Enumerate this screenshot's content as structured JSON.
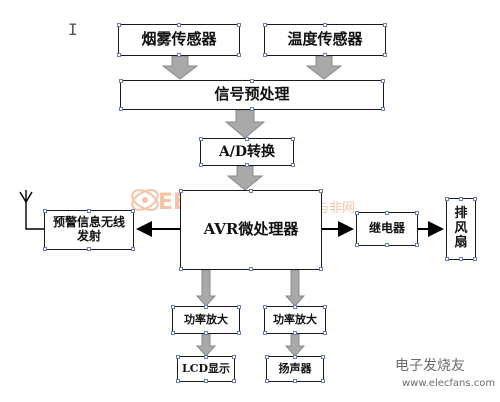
{
  "diagram": {
    "nodes": {
      "smoke_sensor": "烟雾传感器",
      "temp_sensor": "温度传感器",
      "signal_preprocess": "信号预处理",
      "ad_convert": "A/D转换",
      "avr_mcu": "AVR微处理器",
      "alarm_wireless": "预警信息无线发射",
      "relay": "继电器",
      "exhaust_fan": "排风扇",
      "amp_1": "功率放大",
      "amp_2": "功率放大",
      "lcd_display": "LCD显示",
      "speaker": "扬声器"
    },
    "cursor_glyph": "I"
  },
  "watermark": {
    "main": "EEFOCUS",
    "sub": "与非网"
  },
  "brand": {
    "name": "电子发烧友",
    "url": "www.elecfans.com"
  }
}
